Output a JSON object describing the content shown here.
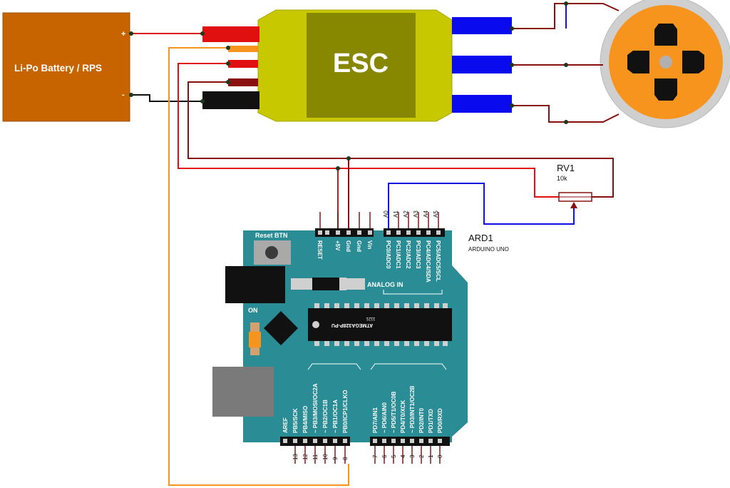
{
  "battery": {
    "label": "Li-Po Battery / RPS",
    "plus": "+",
    "minus": "-"
  },
  "esc": {
    "label": "ESC"
  },
  "pot": {
    "ref": "RV1",
    "value": "10k"
  },
  "arduino": {
    "ref": "ARD1",
    "model": "ARDUINO UNO",
    "reset_label": "Reset BTN",
    "on_label": "ON",
    "analog_in_label": "ANALOG IN",
    "chip_label": "ATMEGA328P-PU",
    "chip_sub": "1121",
    "power_pins": [
      "RESET",
      "+5V",
      "Gnd",
      "Gnd",
      "Vin"
    ],
    "analog_top": [
      "A0",
      "A1",
      "A2",
      "A3",
      "A4",
      "A5"
    ],
    "analog_names": [
      "PC0/ADC0",
      "PC1/ADC1",
      "PC2/ADC2",
      "PC3/ADC3",
      "PC4/ADC4/SDA",
      "PC5/ADC5/SCL"
    ],
    "digital_hi_names": [
      "AREF",
      "PB5/SCK",
      "PB4/MISO",
      "~ PB3/MOSI/OC2A",
      "~ PB2/OC1B",
      "~ PB1/OC1A",
      "PB0/ICP1/CLKO"
    ],
    "digital_hi_nums": [
      "13",
      "12",
      "11",
      "10",
      "9",
      "8"
    ],
    "digital_lo_names": [
      "PD7/AIN1",
      "~ PD6/AIN0",
      "~ PD5/T1/OC0B",
      "PD4/T0/XCK",
      "~ PD3/INT1/OC2B",
      "PD2/INT0",
      "PD1/TXD",
      "PD0/RXD"
    ],
    "digital_lo_nums": [
      "7",
      "6",
      "5",
      "4",
      "3",
      "2",
      "1",
      "0"
    ]
  },
  "colors": {
    "battery": "#c86400",
    "esc_body": "#c8c800",
    "esc_core": "#888800",
    "board": "#2a8c95",
    "motor": "#f7941d",
    "wire_red": "#e01010",
    "wire_darkred": "#8a1010",
    "wire_blue": "#1010e0",
    "wire_orange": "#f7941d",
    "wire_black": "#111111"
  }
}
